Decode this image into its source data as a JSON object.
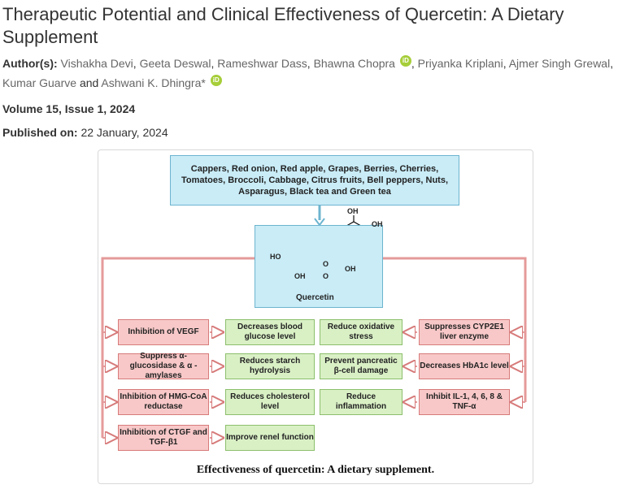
{
  "title": "Therapeutic Potential and Clinical Effectiveness of Quercetin: A Dietary Supplement",
  "authors_label": "Author(s):",
  "authors": [
    "Vishakha Devi",
    "Geeta Deswal",
    "Rameshwar Dass",
    "Bhawna Chopra",
    "Priyanka Kriplani",
    "Ajmer Singh Grewal",
    "Kumar Guarve",
    "Ashwani K. Dhingra*"
  ],
  "sep_comma": ",",
  "sep_and": "and",
  "orcid_icon_text": "iD",
  "volume": "Volume 15, Issue 1, 2024",
  "published_label": "Published on:",
  "published_date": "22 January, 2024",
  "figure": {
    "sources": "Cappers, Red onion, Red apple, Grapes, Berries, Cherries, Tomatoes,  Broccoli, Cabbage, Citrus fruits, Bell peppers, Nuts, Asparagus, Black tea and Green tea",
    "molecule_name": "Quercetin",
    "atom_labels": {
      "ho_left": "HO",
      "oh_top": "OH",
      "oh_right": "OH",
      "oh_mid": "OH",
      "oh_bottom": "OH",
      "o_ring": "O",
      "o_carbonyl": "O"
    },
    "left": [
      "Inhibition of VEGF",
      "Suppress α-glucosidase & α -amylases",
      "Inhibition of HMG-CoA reductase",
      "Inhibition of CTGF and TGF-β1"
    ],
    "mid_left": [
      "Decreases blood glucose level",
      "Reduces starch hydrolysis",
      "Reduces cholesterol level",
      "Improve renel function"
    ],
    "mid_right": [
      "Reduce oxidative stress",
      "Prevent pancreatic β-cell damage",
      "Reduce inflammation"
    ],
    "right": [
      "Suppresses CYP2E1 liver enzyme",
      "Decreases HbA1c level",
      "Inhibit IL-1, 4, 6, 8 & TNF-α"
    ],
    "caption": "Effectiveness of quercetin: A dietary supplement."
  },
  "colors": {
    "pink": "#f8c8c8",
    "green": "#d9f0c5",
    "blue": "#c9ecf7",
    "orcid": "#a6ce39"
  }
}
